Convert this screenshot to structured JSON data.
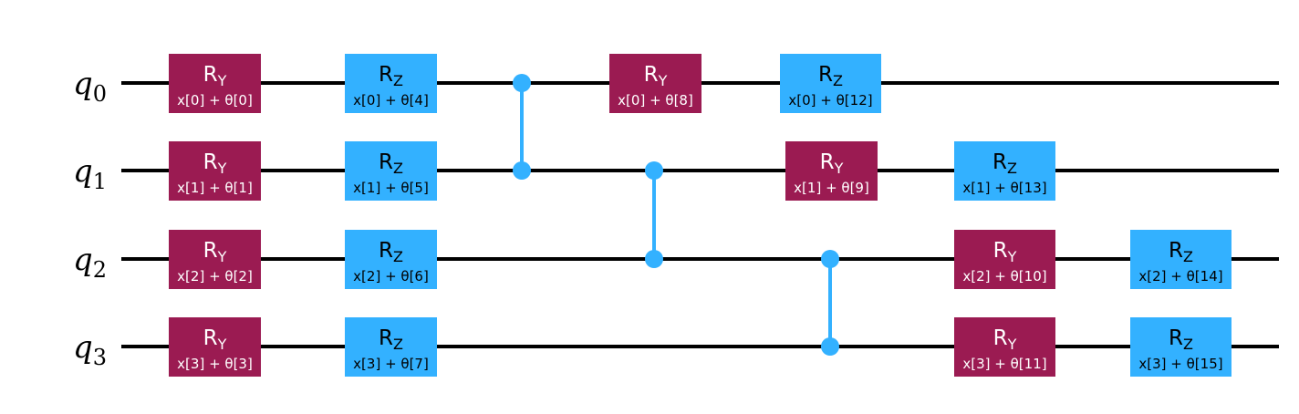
{
  "colors": {
    "ry": "#9b1b52",
    "rz": "#33b1ff",
    "ry_text": "#ffffff",
    "rz_text": "#000000",
    "wire": "#000000",
    "cz": "#33b1ff"
  },
  "qubits": [
    {
      "name": "q",
      "index": "0"
    },
    {
      "name": "q",
      "index": "1"
    },
    {
      "name": "q",
      "index": "2"
    },
    {
      "name": "q",
      "index": "3"
    }
  ],
  "gates": [
    {
      "type": "ry",
      "base": "R",
      "sub": "Y",
      "param": "x[0] + θ[0]",
      "qubit": 0,
      "col": 0
    },
    {
      "type": "ry",
      "base": "R",
      "sub": "Y",
      "param": "x[1] + θ[1]",
      "qubit": 1,
      "col": 0
    },
    {
      "type": "ry",
      "base": "R",
      "sub": "Y",
      "param": "x[2] + θ[2]",
      "qubit": 2,
      "col": 0
    },
    {
      "type": "ry",
      "base": "R",
      "sub": "Y",
      "param": "x[3] + θ[3]",
      "qubit": 3,
      "col": 0
    },
    {
      "type": "rz",
      "base": "R",
      "sub": "Z",
      "param": "x[0] + θ[4]",
      "qubit": 0,
      "col": 1
    },
    {
      "type": "rz",
      "base": "R",
      "sub": "Z",
      "param": "x[1] + θ[5]",
      "qubit": 1,
      "col": 1
    },
    {
      "type": "rz",
      "base": "R",
      "sub": "Z",
      "param": "x[2] + θ[6]",
      "qubit": 2,
      "col": 1
    },
    {
      "type": "rz",
      "base": "R",
      "sub": "Z",
      "param": "x[3] + θ[7]",
      "qubit": 3,
      "col": 1
    },
    {
      "type": "ry",
      "base": "R",
      "sub": "Y",
      "param": "x[0] + θ[8]",
      "qubit": 0,
      "col": 3
    },
    {
      "type": "rz",
      "base": "R",
      "sub": "Z",
      "param": "x[0] + θ[12]",
      "qubit": 0,
      "col": 4
    },
    {
      "type": "ry",
      "base": "R",
      "sub": "Y",
      "param": "x[1] + θ[9]",
      "qubit": 1,
      "col": 4
    },
    {
      "type": "rz",
      "base": "R",
      "sub": "Z",
      "param": "x[1] + θ[13]",
      "qubit": 1,
      "col": 5
    },
    {
      "type": "ry",
      "base": "R",
      "sub": "Y",
      "param": "x[2] + θ[10]",
      "qubit": 2,
      "col": 5
    },
    {
      "type": "ry",
      "base": "R",
      "sub": "Y",
      "param": "x[3] + θ[11]",
      "qubit": 3,
      "col": 5
    },
    {
      "type": "rz",
      "base": "R",
      "sub": "Z",
      "param": "x[2] + θ[14]",
      "qubit": 2,
      "col": 6
    },
    {
      "type": "rz",
      "base": "R",
      "sub": "Z",
      "param": "x[3] + θ[15]",
      "qubit": 3,
      "col": 6
    }
  ],
  "cz_gates": [
    {
      "control": 0,
      "target": 1,
      "step": 0
    },
    {
      "control": 1,
      "target": 2,
      "step": 1
    },
    {
      "control": 2,
      "target": 3,
      "step": 2
    }
  ]
}
